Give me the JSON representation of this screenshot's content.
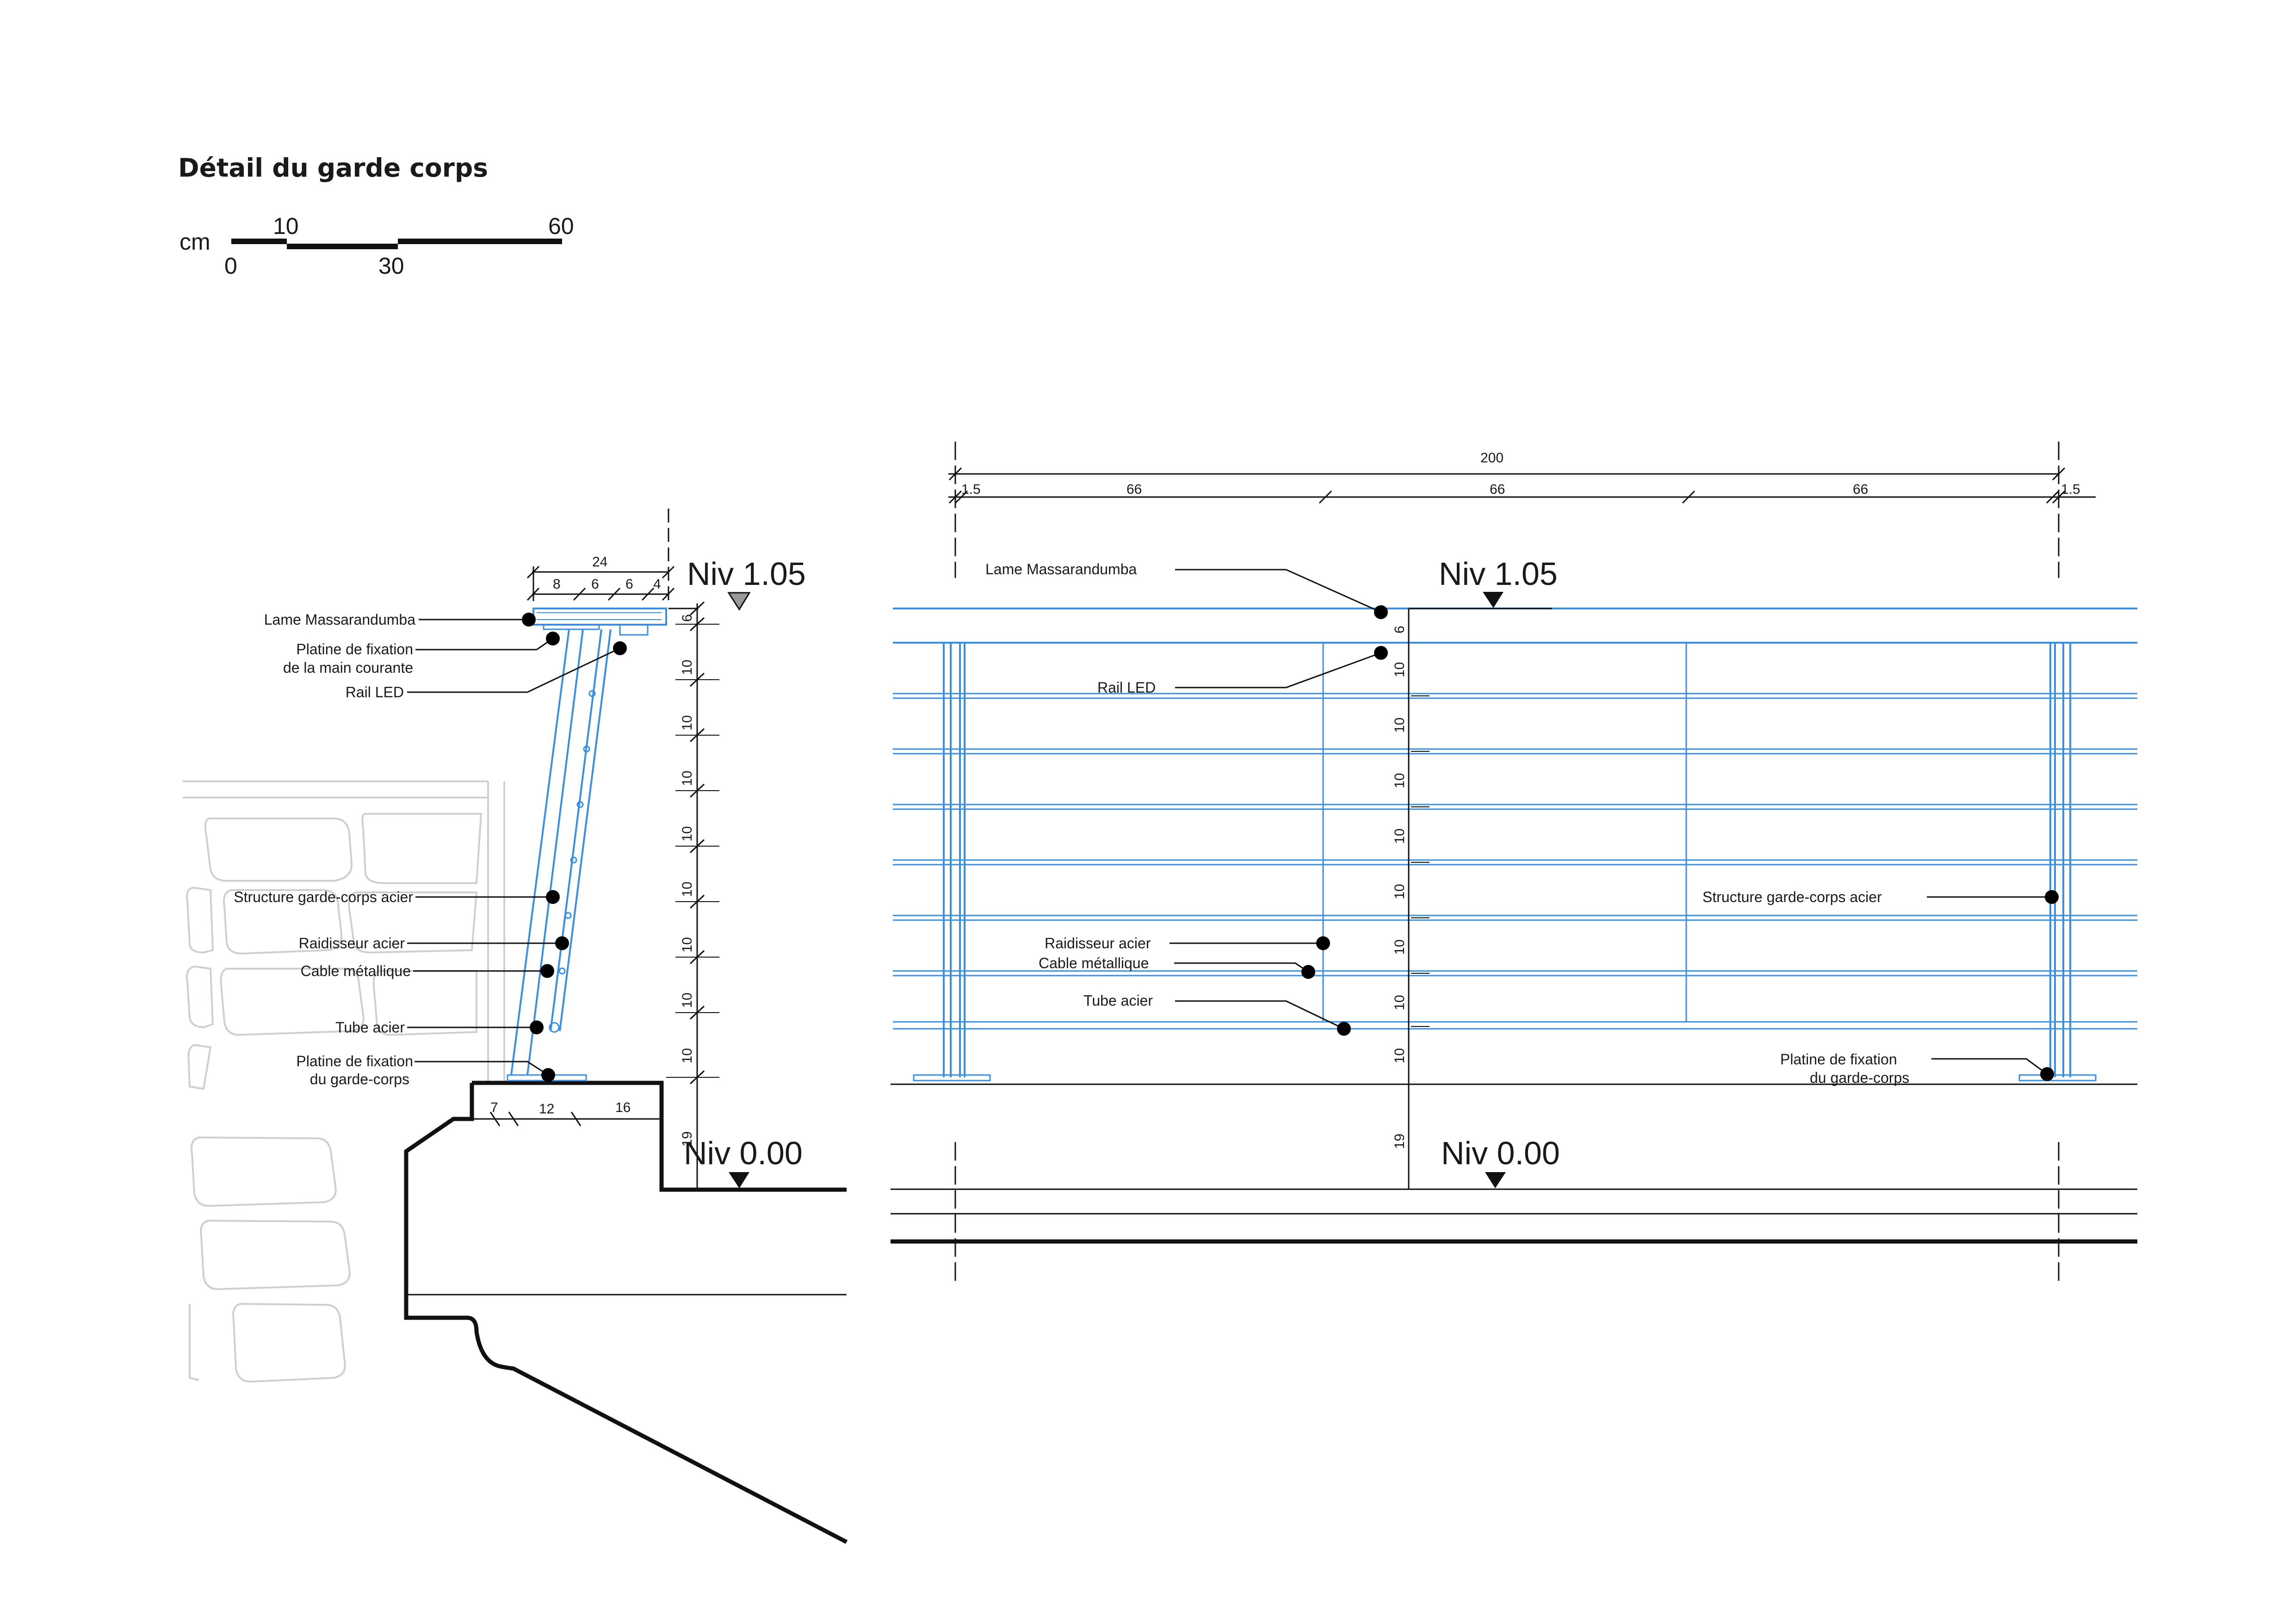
{
  "title": "Détail du garde corps",
  "scale": {
    "unit": "cm",
    "ticks_top": [
      "10",
      "60"
    ],
    "ticks_bottom": [
      "0",
      "30"
    ]
  },
  "levels": {
    "top": "Niv 1.05",
    "bottom": "Niv 0.00"
  },
  "section": {
    "labels": {
      "lame": "Lame Massarandumba",
      "platine_main_1": "Platine de fixation",
      "platine_main_2": "de la main courante",
      "rail": "Rail LED",
      "structure": "Structure garde-corps acier",
      "raidisseur": "Raidisseur acier",
      "cable": "Cable métallique",
      "tube": "Tube acier",
      "platine_gc_1": "Platine de fixation",
      "platine_gc_2": "du garde-corps"
    },
    "dims_top": [
      "24",
      "8",
      "6",
      "6",
      "4"
    ],
    "dims_vertical": [
      "6",
      "10",
      "10",
      "10",
      "10",
      "10",
      "10",
      "10",
      "10",
      "19"
    ],
    "dims_base": [
      "7",
      "12",
      "16"
    ]
  },
  "elevation": {
    "dims_total": "200",
    "dims_parts": [
      "1.5",
      "66",
      "66",
      "66",
      "1.5"
    ],
    "dims_vertical": [
      "6",
      "10",
      "10",
      "10",
      "10",
      "10",
      "10",
      "10",
      "10",
      "19"
    ],
    "labels": {
      "lame": "Lame Massarandumba",
      "rail": "Rail LED",
      "raidisseur": "Raidisseur acier",
      "cable": "Cable métallique",
      "tube": "Tube acier",
      "structure": "Structure garde-corps acier",
      "platine_1": "Platine de fixation",
      "platine_2": "du garde-corps"
    }
  },
  "colors": {
    "line": "#111111",
    "steel": "#3a8fe0",
    "stone": "#cfcfcf"
  }
}
